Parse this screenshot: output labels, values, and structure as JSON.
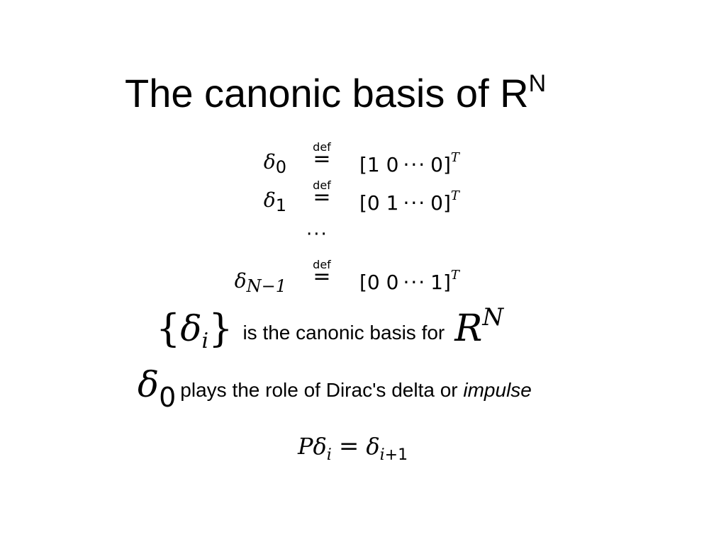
{
  "title": {
    "text": "The canonic basis of R",
    "superscript": "N"
  },
  "definitions": [
    {
      "symbol": "δ",
      "index": "0",
      "index_italic": false,
      "def_label": "def",
      "eq": "=",
      "vector": "[1 0",
      "dots": "···",
      "end": "0]",
      "transpose": "T"
    },
    {
      "symbol": "δ",
      "index": "1",
      "index_italic": false,
      "def_label": "def",
      "eq": "=",
      "vector": "[0 1",
      "dots": "···",
      "end": "0]",
      "transpose": "T"
    },
    {
      "symbol": "δ",
      "index": "N−1",
      "index_italic": true,
      "def_label": "def",
      "eq": "=",
      "vector": "[0 0",
      "dots": "···",
      "end": "1]",
      "transpose": "T"
    }
  ],
  "vertical_dots": "···",
  "basis_statement": {
    "open_brace": "{",
    "symbol": "δ",
    "index": "i",
    "close_brace": "}",
    "text": "is the canonic basis for",
    "space_symbol": "R",
    "space_superscript": "N"
  },
  "impulse_statement": {
    "symbol": "δ",
    "index": "0",
    "text": "plays the role of Dirac's delta or",
    "emphasis": "impulse"
  },
  "shift_equation": {
    "lhs_operator": "P",
    "lhs_symbol": "δ",
    "lhs_index": "i",
    "eq": "=",
    "rhs_symbol": "δ",
    "rhs_index_var": "i",
    "rhs_index_rest": "+1"
  }
}
